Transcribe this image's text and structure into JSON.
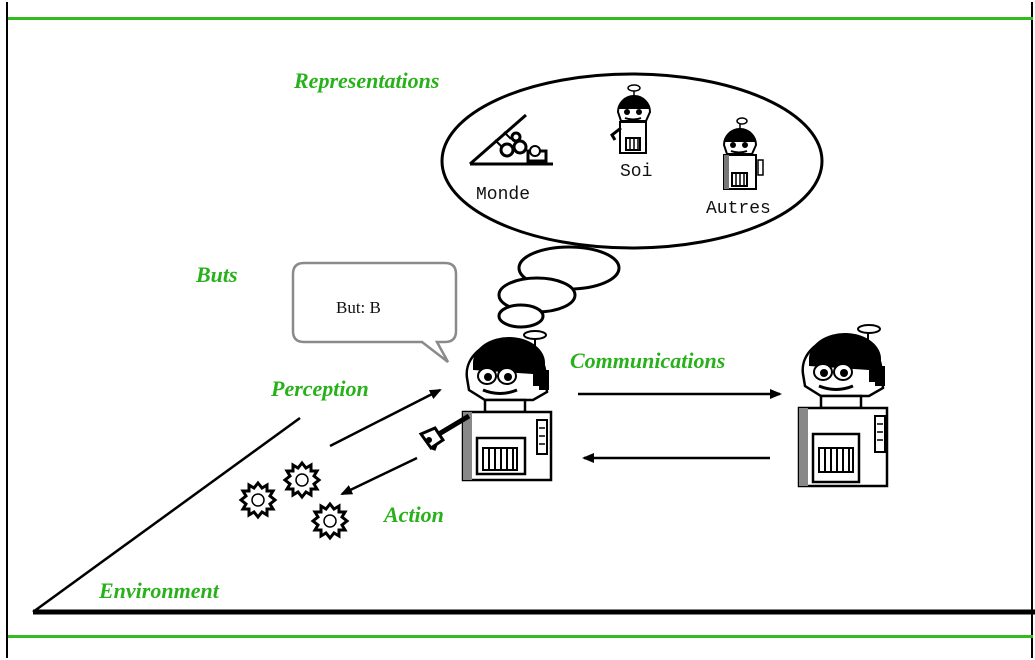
{
  "colors": {
    "label_green": "#28b11a",
    "rule_green": "#33bb22",
    "ink": "#000000",
    "bubble_fill": "#ffffff",
    "speech_border": "#888888"
  },
  "labels": {
    "representations": "Representations",
    "buts": "Buts",
    "perception": "Perception",
    "communications": "Communications",
    "action": "Action",
    "environment": "Environment"
  },
  "thought_bubble": {
    "monde": "Monde",
    "soi": "Soi",
    "autres": "Autres"
  },
  "speech_bubble": {
    "text": "But: B"
  },
  "icons": {
    "world": "world-tools-icon",
    "self": "self-robot-icon",
    "others": "others-robot-icon",
    "gear": "gear-icon",
    "robot": "robot-agent-icon"
  }
}
